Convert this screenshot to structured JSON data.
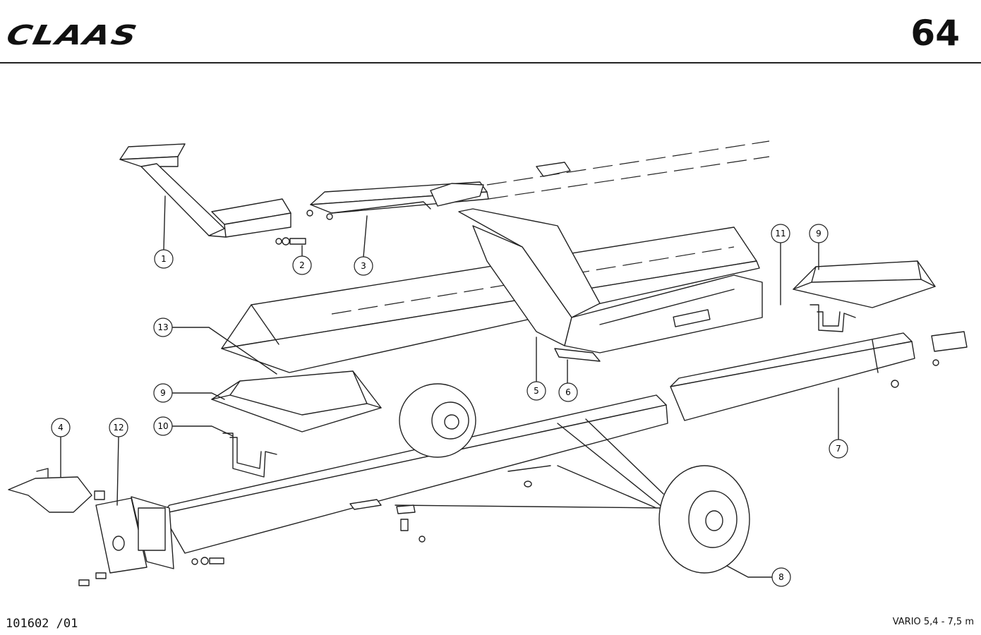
{
  "header": {
    "brand": "CLAAS",
    "page_number": "64"
  },
  "footer": {
    "document_number": "101602 /01",
    "model_range": "VARIO 5,4 - 7,5 m"
  },
  "callouts": [
    {
      "label": "1"
    },
    {
      "label": "2"
    },
    {
      "label": "3"
    },
    {
      "label": "13"
    },
    {
      "label": "5"
    },
    {
      "label": "6"
    },
    {
      "label": "11"
    },
    {
      "label": "9"
    },
    {
      "label": "9"
    },
    {
      "label": "10"
    },
    {
      "label": "4"
    },
    {
      "label": "12"
    },
    {
      "label": "7"
    },
    {
      "label": "8"
    }
  ]
}
